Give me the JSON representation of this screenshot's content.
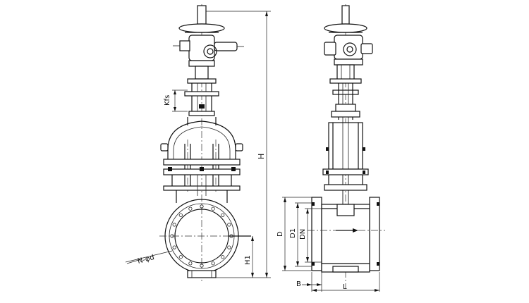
{
  "front_view": {
    "dimension_labels": {
      "height": "H",
      "h1": "H1",
      "stroke": "Kfs",
      "bolt_holes": "N-φd"
    }
  },
  "side_view": {
    "dimension_labels": {
      "d": "D",
      "d1": "D1",
      "dn": "DN",
      "b": "B",
      "l": "L"
    }
  }
}
